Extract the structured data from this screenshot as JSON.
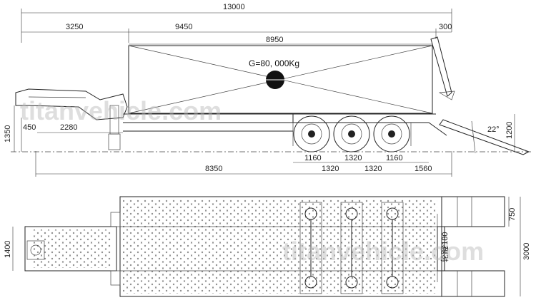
{
  "side_view": {
    "dimensions": {
      "overall_length": "13000",
      "front_section": "3250",
      "deck_section": "9450",
      "ramp_section": "300",
      "cargo_length": "8950",
      "height_total": "1350",
      "gooseneck_height": "450",
      "kingpin_to_deck": "2280",
      "kingpin_to_axle": "8350",
      "axle_spacing_upper_1": "1160",
      "axle_spacing_upper_2": "1320",
      "axle_spacing_upper_3": "1160",
      "axle_spacing_lower_1": "1320",
      "axle_spacing_lower_2": "1320",
      "rear_overhang": "1560",
      "ramp_height": "1200",
      "ramp_angle": "22°"
    },
    "load_label": "G=80, 000Kg"
  },
  "top_view": {
    "dimensions": {
      "front_width": "1400",
      "axle_width": "2180",
      "axle_prefix": "轮距",
      "outer_width": "3000",
      "ramp_width": "750"
    }
  },
  "watermarks": {
    "upper": "titanvehicle.com",
    "lower": "titanvehicle.com"
  }
}
